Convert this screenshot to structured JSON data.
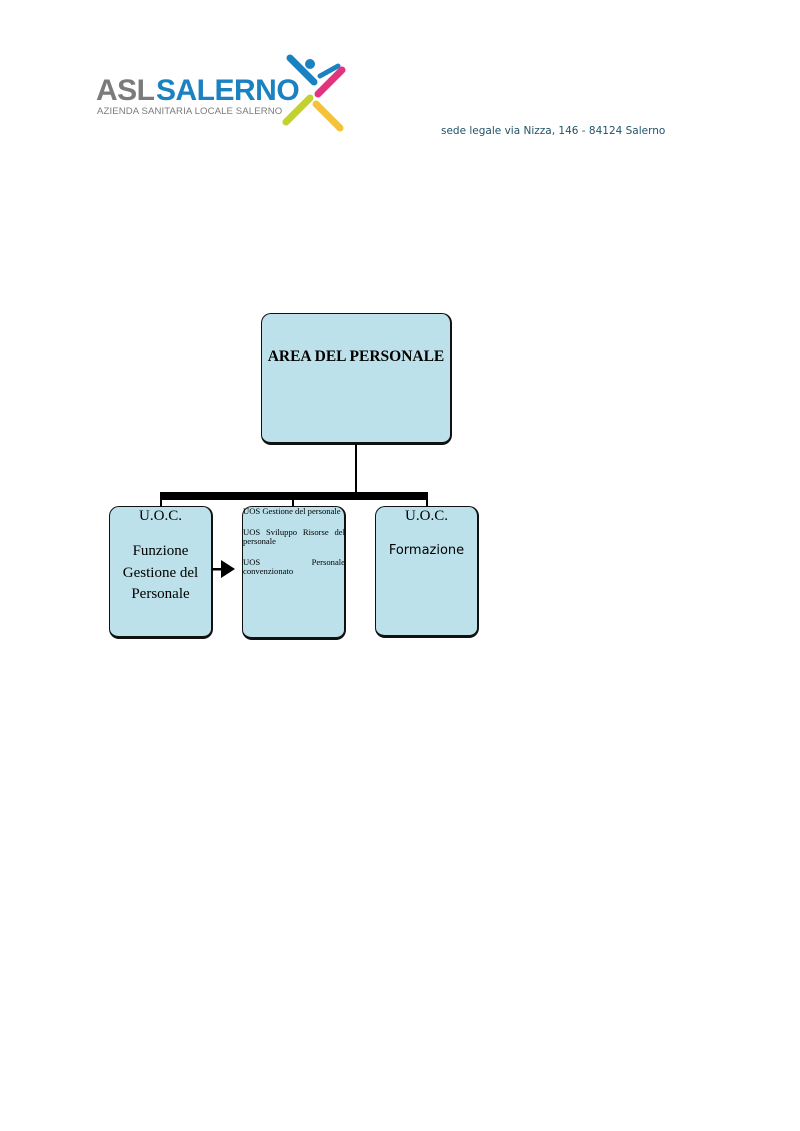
{
  "header": {
    "logo_asl": "ASL",
    "logo_salerno": "SALERNO",
    "logo_subtitle": "AZIENDA SANITARIA LOCALE SALERNO",
    "logo_colors": [
      "#1b82c2",
      "#e4337d",
      "#c2d12d",
      "#f5c33b",
      "#7b7b7b"
    ],
    "address": "sede legale via Nizza, 146 - 84124 Salerno"
  },
  "diagram": {
    "fill_color": "#bce1ea",
    "root": {
      "title": "AREA DEL PERSONALE"
    },
    "uoc_personale": {
      "tag": "U.O.C.",
      "name_lines": [
        "Funzione",
        "Gestione del",
        "Personale"
      ]
    },
    "uos_box": {
      "items": [
        "UOS Gestione del personale",
        "UOS Sviluppo Risorse del personale",
        "UOS Personale convenzionato"
      ]
    },
    "uoc_formazione": {
      "tag": "U.O.C.",
      "name": "Formazione"
    }
  }
}
